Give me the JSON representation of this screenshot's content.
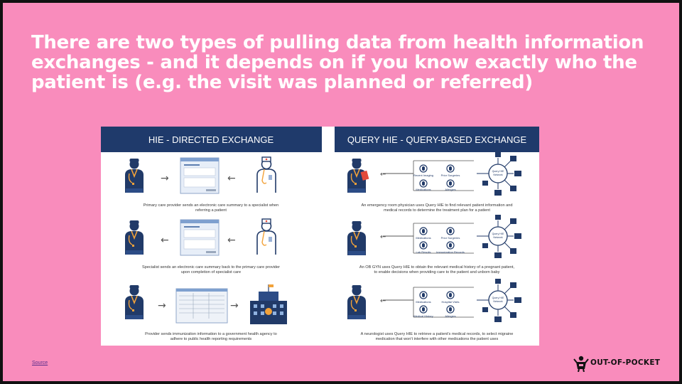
{
  "title": "There are two types of pulling data from health information exchanges - and it depends on if you know exactly who the patient is (e.g. the visit was planned or referred)",
  "source_link": "Source",
  "logo_text": "OUT-OF-POCKET",
  "colors": {
    "background": "#f98cbc",
    "header_navy": "#1f3a6b",
    "icon_navy": "#213a68",
    "arrow_gray": "#555555"
  },
  "figure": {
    "left_panel": {
      "header": "HIE - DIRECTED EXCHANGE",
      "captions": [
        "Primary care provider sends an electronic care summary to a specialist when",
        "referring a patient",
        "Specialist sends an electronic care summary back to the primary care provider",
        "upon completion of specialist care",
        "Provider sends immunization information to a government health agency to",
        "adhere to public health reporting requirements"
      ]
    },
    "right_panel": {
      "header": "QUERY HIE - QUERY-BASED EXCHANGE",
      "captions": [
        "An emergency room physician uses Query HIE to find relevant patient information and",
        "medical records to determine the treatment plan for a patient",
        "An OB GYN uses Query HIE to obtain the relevant medical history of a pregnant patient,",
        "to enable decisions when providing care to the patient and unborn baby",
        "A neurologist uses Query HIE to retrieve a patient's medical records, to select migraine",
        "medication that won't interfere with other medications the patient uses"
      ],
      "network_label": "Query HIE Network",
      "row1_items": [
        "Recent Imaging",
        "Prior Surgeries",
        "Medications",
        "Allergies"
      ],
      "row2_items": [
        "Medications",
        "Prior Surgeries",
        "Lab Results",
        "Immunization Records"
      ],
      "row3_items": [
        "Medications",
        "Hospital Visits",
        "Medical History",
        "Allergies"
      ]
    }
  }
}
